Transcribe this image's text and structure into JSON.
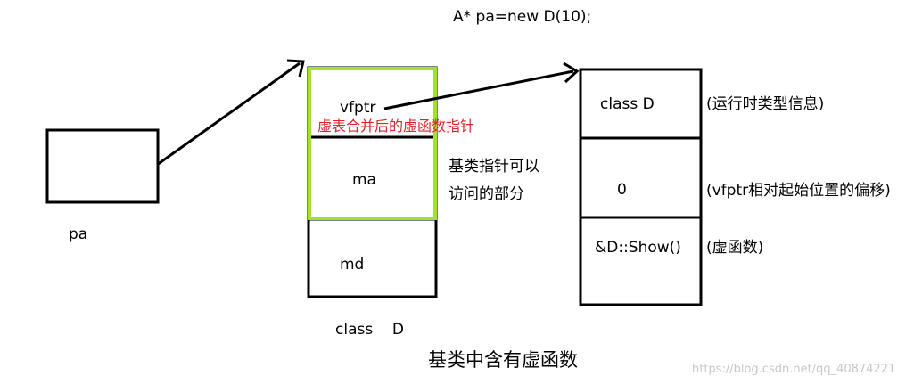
{
  "code_line": "A* pa=new D(10);",
  "pointer": {
    "label": "pa"
  },
  "object": {
    "cells": [
      "vfptr",
      "ma",
      "md"
    ],
    "vtable_note": "虚表合并后的虚函数指针",
    "base_note": [
      "基类指针可以",
      "访问的部分"
    ],
    "class_label": "class    D"
  },
  "vtable": {
    "cells": [
      "class D",
      "0",
      "&D::Show()"
    ],
    "notes": [
      "(运行时类型信息)",
      "(vfptr相对起始位置的偏移)",
      "(虚函数)"
    ]
  },
  "caption": "基类中含有虚函数",
  "watermark": "https://blog.csdn.net/qq_40874221",
  "colors": {
    "ink": "#000000",
    "highlight": "#a3e22c",
    "note_red": "#e0222b",
    "watermark": "#c8c8c8"
  }
}
